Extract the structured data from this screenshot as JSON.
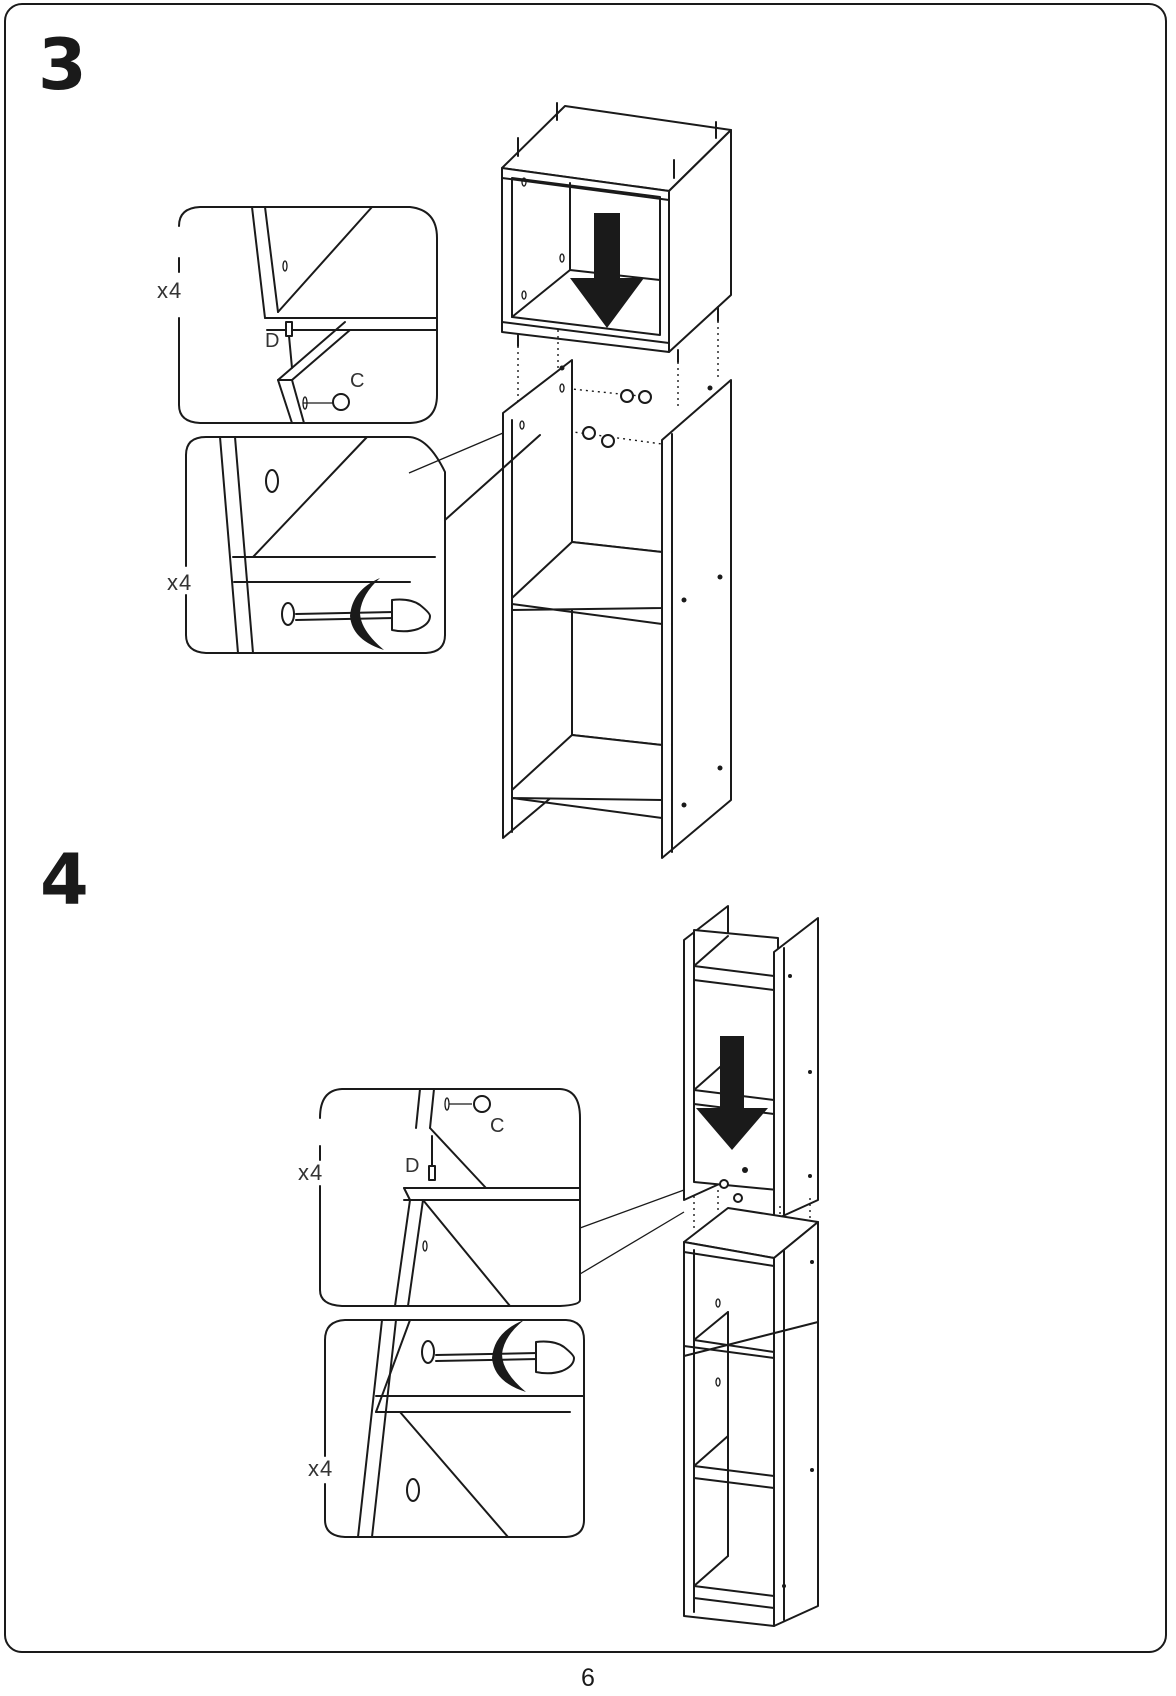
{
  "steps": {
    "step3": {
      "number": "3"
    },
    "step4": {
      "number": "4"
    }
  },
  "step3": {
    "detail_top": {
      "quantity": "x4",
      "part_d": "D",
      "part_c": "C"
    },
    "detail_bottom": {
      "quantity": "x4"
    }
  },
  "step4": {
    "detail_top": {
      "quantity": "x4",
      "part_d": "D",
      "part_c": "C"
    },
    "detail_bottom": {
      "quantity": "x4"
    }
  },
  "page": {
    "number": "6"
  }
}
